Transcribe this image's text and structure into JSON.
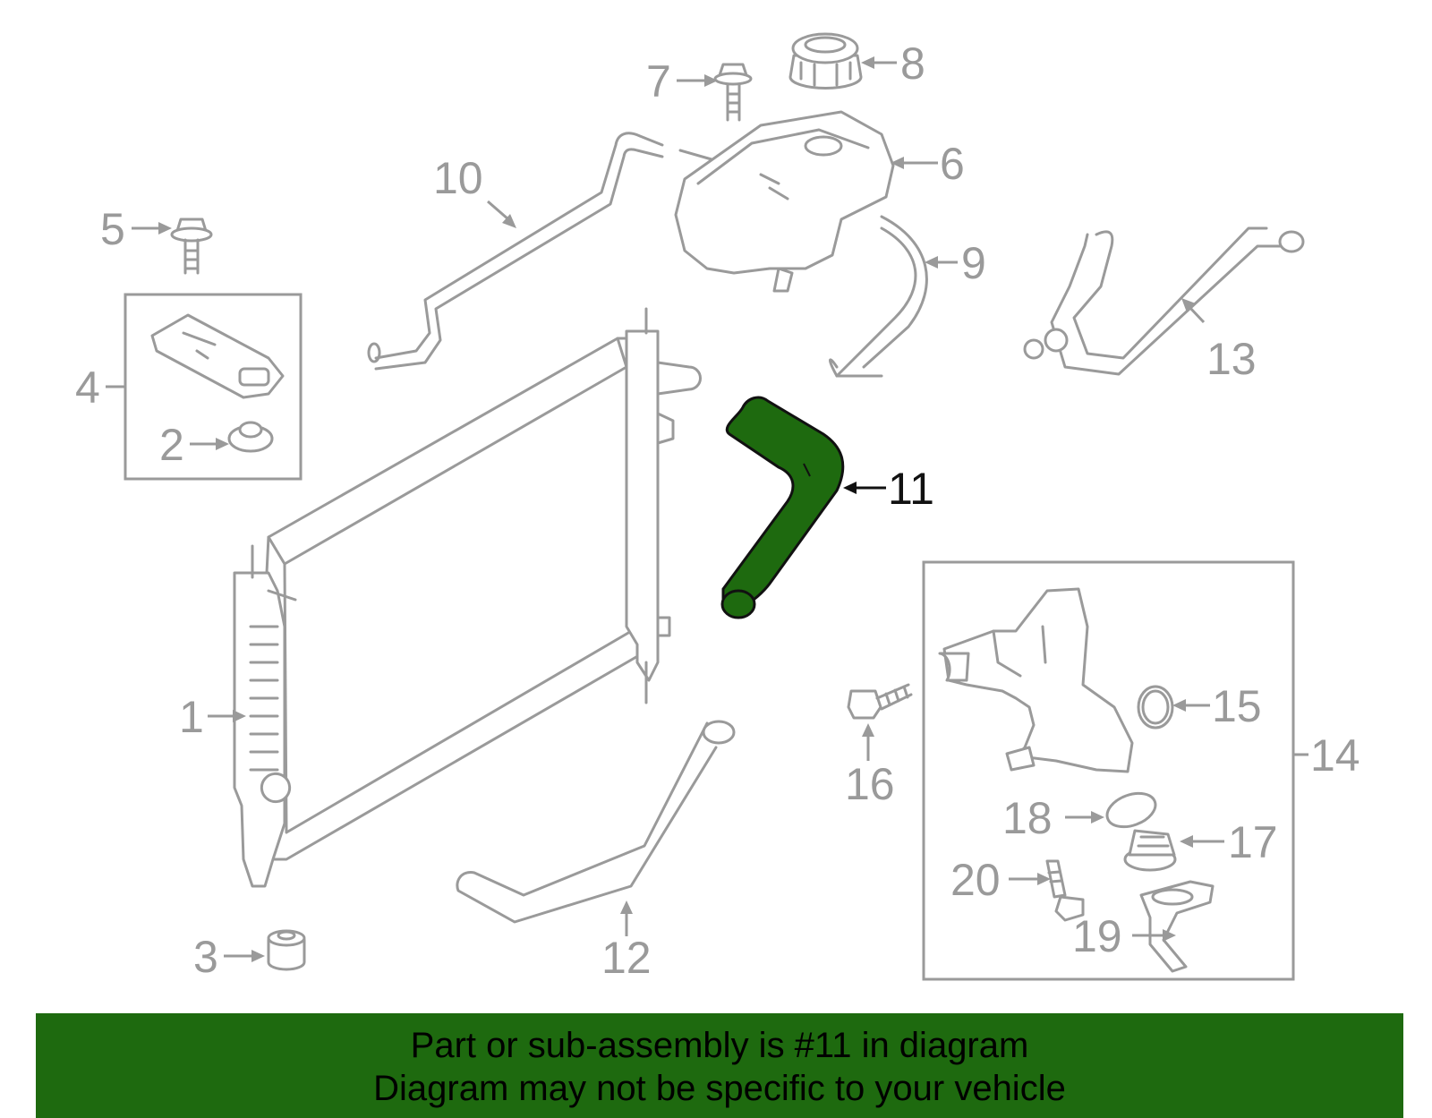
{
  "diagram": {
    "highlight_color": "#1e6a0f",
    "line_color": "#9a9a9a",
    "highlighted_part": "11",
    "callouts": {
      "c1": "1",
      "c2": "2",
      "c3": "3",
      "c4": "4",
      "c5": "5",
      "c6": "6",
      "c7": "7",
      "c8": "8",
      "c9": "9",
      "c10": "10",
      "c11": "11",
      "c12": "12",
      "c13": "13",
      "c14": "14",
      "c15": "15",
      "c16": "16",
      "c17": "17",
      "c18": "18",
      "c19": "19",
      "c20": "20"
    }
  },
  "banner": {
    "line1": "Part or sub-assembly is #11 in diagram",
    "line2": "Diagram may not be specific to your vehicle",
    "color": "#1e6a0f"
  }
}
